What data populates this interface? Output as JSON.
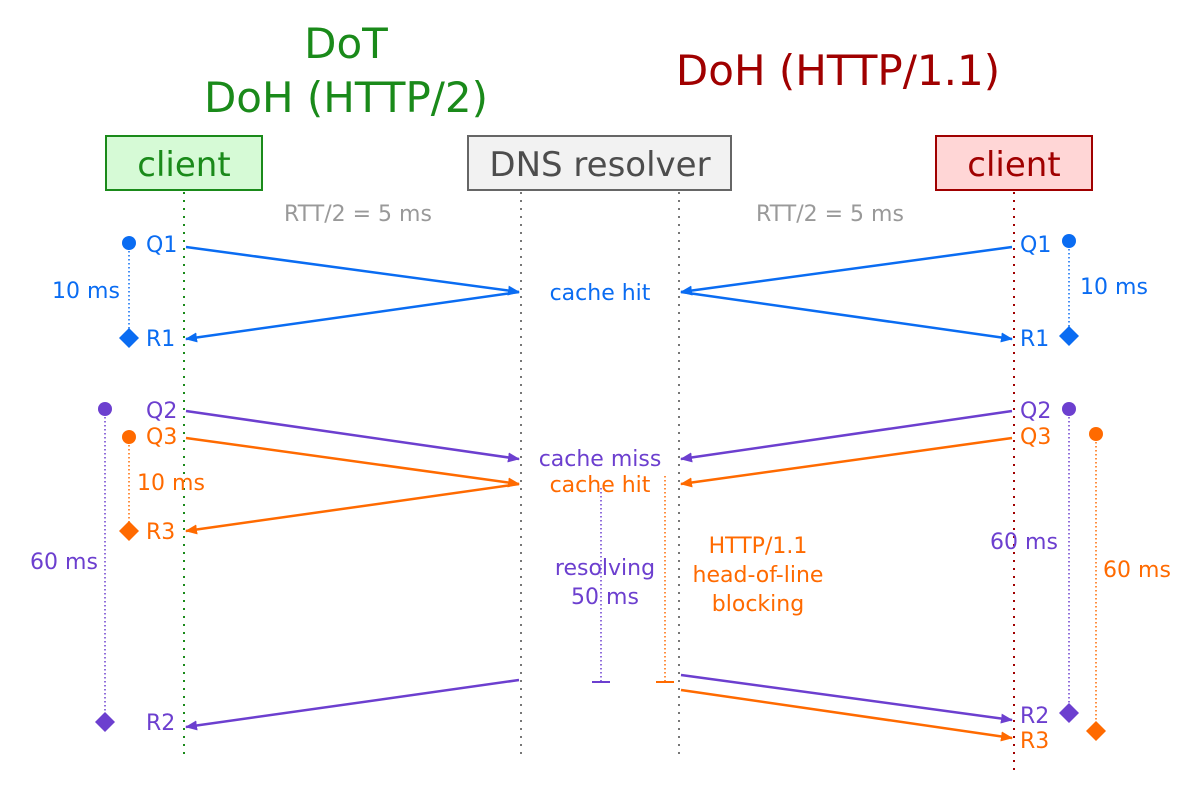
{
  "colors": {
    "green": "#1a8a1a",
    "dark_red": "#a00000",
    "blue": "#0a6cf2",
    "purple": "#6c3fcf",
    "orange": "#ff6a00",
    "gray": "#999999",
    "resolver_text": "#4d4d4d",
    "client_left_fill": "#d6fad6",
    "client_right_fill": "#ffd6d6",
    "resolver_fill": "#f2f2f2"
  },
  "headings": {
    "left_line1": "DoT",
    "left_line2": "DoH (HTTP/2)",
    "right": "DoH (HTTP/1.1)"
  },
  "participants": {
    "client_left": "client",
    "resolver": "DNS resolver",
    "client_right": "client"
  },
  "rtt": {
    "left": "RTT/2 = 5 ms",
    "right": "RTT/2 = 5 ms"
  },
  "messages": {
    "q1": "Q1",
    "r1": "R1",
    "q2": "Q2",
    "r2": "R2",
    "q3": "Q3",
    "r3": "R3"
  },
  "resolver_status": {
    "hit1": "cache hit",
    "miss": "cache miss",
    "hit2": "cache hit"
  },
  "durations": {
    "left_10_blue": "10 ms",
    "right_10_blue": "10 ms",
    "left_10_orange": "10 ms",
    "left_60_purple": "60 ms",
    "right_60_purple": "60 ms",
    "right_60_orange": "60 ms"
  },
  "notes": {
    "resolving_line1": "resolving",
    "resolving_line2": "50 ms",
    "hol_line1": "HTTP/1.1",
    "hol_line2": "head-of-line",
    "hol_line3": "blocking"
  }
}
